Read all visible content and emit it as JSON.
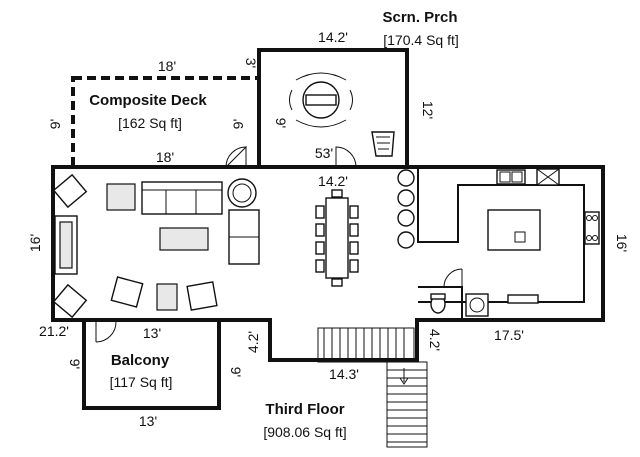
{
  "rooms": {
    "screen_porch": {
      "name": "Scrn. Prch",
      "area": "[170.4 Sq ft]"
    },
    "composite_deck": {
      "name": "Composite Deck",
      "area": "[162 Sq ft]"
    },
    "balcony": {
      "name": "Balcony",
      "area": "[117 Sq ft]"
    },
    "floor": {
      "name": "Third Floor",
      "area": "[908.06 Sq ft]"
    }
  },
  "dimensions": {
    "porch_top": "14.2'",
    "porch_right": "12'",
    "porch_left": "3'",
    "porch_inner": "9'",
    "porch_bottom": "53'",
    "deck_top": "18'",
    "deck_bottom": "18'",
    "deck_left": "9'",
    "deck_right": "9'",
    "main_top": "14.2'",
    "main_left": "16'",
    "main_right": "16'",
    "main_bottom_left": "21.2'",
    "kitchen_bottom": "17.5'",
    "stair_left": "4.2'",
    "stair_right": "4.2'",
    "stair_bottom": "14.3'",
    "balcony_top": "13'",
    "balcony_bottom": "13'",
    "balcony_left": "9'",
    "balcony_right": "9'"
  }
}
